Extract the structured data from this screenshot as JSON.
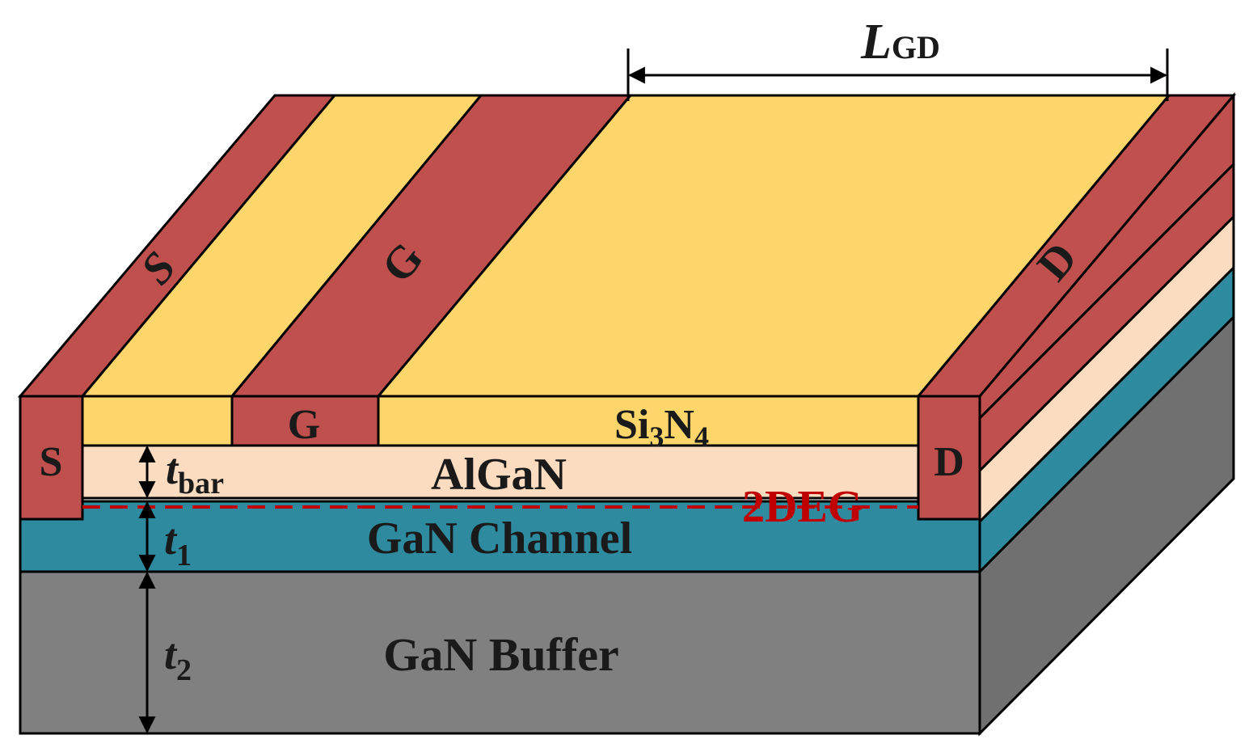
{
  "labels": {
    "s_top": "S",
    "g_top": "G",
    "d_top": "D",
    "s_front": "S",
    "g_front": "G",
    "d_front": "D",
    "si3n4_main": "Si",
    "si3n4_sub3": "3",
    "si3n4_n": "N",
    "si3n4_sub4": "4",
    "algan": "AlGaN",
    "twodeg": "2DEG",
    "gan_channel": "GaN Channel",
    "gan_buffer": "GaN Buffer",
    "lgd_main": "L",
    "lgd_sub": "GD",
    "tbar_main": "t",
    "tbar_sub": "bar",
    "t1_main": "t",
    "t1_sub": "1",
    "t2_main": "t",
    "t2_sub": "2"
  },
  "colors": {
    "metal": "#c0504d",
    "passivation": "#fcd66a",
    "barrier": "#fcdcc0",
    "channel": "#2e8a9e",
    "buffer": "#808080",
    "twodeg": "#c00000",
    "outline": "#000000"
  }
}
